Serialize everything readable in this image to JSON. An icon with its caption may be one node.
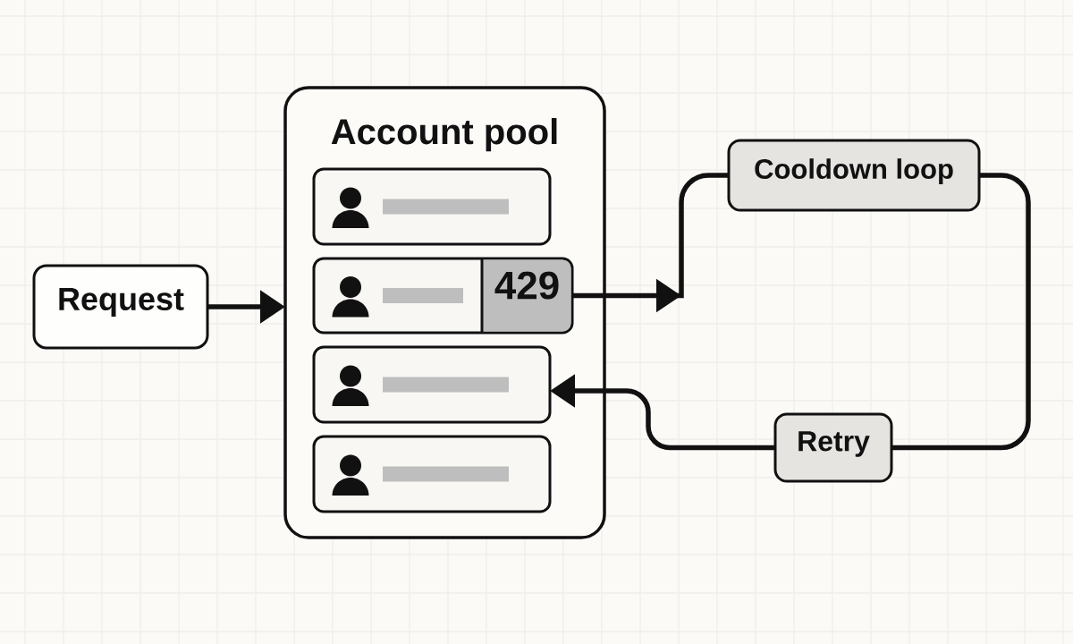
{
  "diagram": {
    "nodes": [
      {
        "text": [
          "Request"
        ]
      },
      {
        "text": [
          "Account pool"
        ]
      },
      {
        "text": [],
        "shape": "box",
        "in": 1
      },
      {
        "text": [],
        "shape": "box",
        "in": 1
      },
      {
        "text": [
          "429"
        ],
        "in": 3
      },
      {
        "text": [],
        "shape": "box",
        "in": 1
      },
      {
        "text": [],
        "shape": "box",
        "in": 1
      },
      {
        "text": [
          "Cooldown loop"
        ]
      },
      {
        "text": [
          "Retry"
        ]
      }
    ],
    "edges": [
      {
        "from": 0,
        "to": 1,
        "arrow": "to"
      },
      {
        "from": 4,
        "to": 7,
        "arrow": "to"
      },
      {
        "from": 7,
        "to": 8,
        "arrow": "none"
      },
      {
        "from": 8,
        "to": 5,
        "arrow": "to"
      }
    ]
  }
}
